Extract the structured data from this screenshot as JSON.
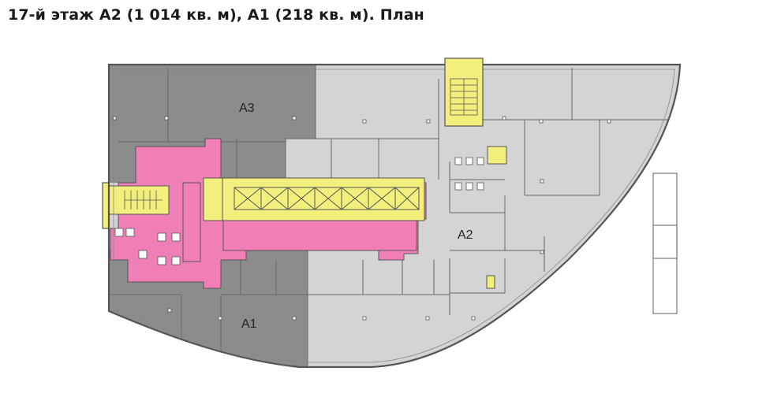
{
  "page": {
    "title": "17-й этаж A2 (1 014 кв. м), A1 (218 кв. м). План"
  },
  "plan": {
    "zones": [
      {
        "id": "a3",
        "label": "A3",
        "status": "dark-grey"
      },
      {
        "id": "a2",
        "label": "A2",
        "status": "light-grey"
      },
      {
        "id": "a1",
        "label": "A1",
        "status": "dark-grey"
      }
    ],
    "colors": {
      "dark_zone": "#8c8c8c",
      "light_zone": "#d4d4d4",
      "core_pink": "#ef7fb6",
      "stair_yellow": "#f3ef7c",
      "wall": "#555555",
      "outline": "#666666"
    }
  }
}
